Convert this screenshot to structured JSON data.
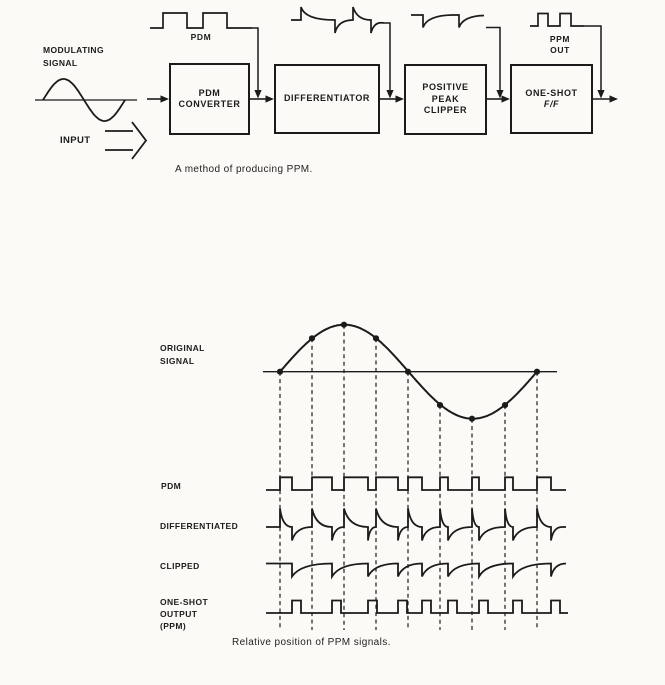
{
  "colors": {
    "background": "#fbfaf6",
    "ink": "#1b1b1b"
  },
  "top_diagram": {
    "caption": "A method of producing PPM.",
    "modulating_label": [
      "MODULATING",
      "SIGNAL"
    ],
    "input_label": "INPUT",
    "pdm_wave_label": "PDM",
    "ppm_wave_label": [
      "PPM",
      "OUT"
    ],
    "blocks": [
      {
        "name": "pdm-converter",
        "lines": [
          "PDM",
          "CONVERTER"
        ]
      },
      {
        "name": "differentiator",
        "lines": [
          "DIFFERENTIATOR"
        ]
      },
      {
        "name": "positive-peak-clipper",
        "lines": [
          "POSITIVE",
          "PEAK",
          "CLIPPER"
        ]
      },
      {
        "name": "one-shot-ff",
        "lines": [
          "ONE-SHOT",
          "F/F"
        ]
      }
    ]
  },
  "bottom_diagram": {
    "caption": "Relative position of PPM signals.",
    "row_labels": {
      "original": [
        "ORIGINAL",
        "SIGNAL"
      ],
      "pdm": "PDM",
      "differentiated": "DIFFERENTIATED",
      "clipped": "CLIPPED",
      "one_shot": [
        "ONE-SHOT",
        "OUTPUT",
        "(PPM)"
      ]
    }
  },
  "chart_data": {
    "type": "timing",
    "title": "Relative position of PPM signals.",
    "rows": [
      "ORIGINAL SIGNAL",
      "PDM",
      "DIFFERENTIATED",
      "CLIPPED",
      "ONE-SHOT OUTPUT (PPM)"
    ],
    "samples": {
      "x": [
        280,
        312,
        344,
        376,
        408,
        440,
        472,
        505,
        537
      ],
      "phase_deg": [
        0,
        45,
        90,
        135,
        180,
        225,
        270,
        315,
        360
      ],
      "normalized_amplitude": [
        0,
        0.71,
        1,
        0.71,
        0,
        -0.71,
        -1,
        -0.71,
        0
      ]
    },
    "pdm": {
      "leading_edge_x": [
        280,
        312,
        344,
        376,
        408,
        440,
        472,
        505,
        537
      ],
      "pulse_width": [
        12,
        20,
        24,
        22,
        14,
        8,
        7,
        8,
        14
      ]
    },
    "trailing_edge_x": [
      292,
      332,
      368,
      398,
      422,
      448,
      479,
      513,
      551
    ],
    "ppm_pulse_width": 9,
    "note": "PPM pulses, differentiated negative spikes and clipped spikes occur at PDM trailing edges; positive differentiated spikes occur at PDM leading edges (sample times)."
  }
}
